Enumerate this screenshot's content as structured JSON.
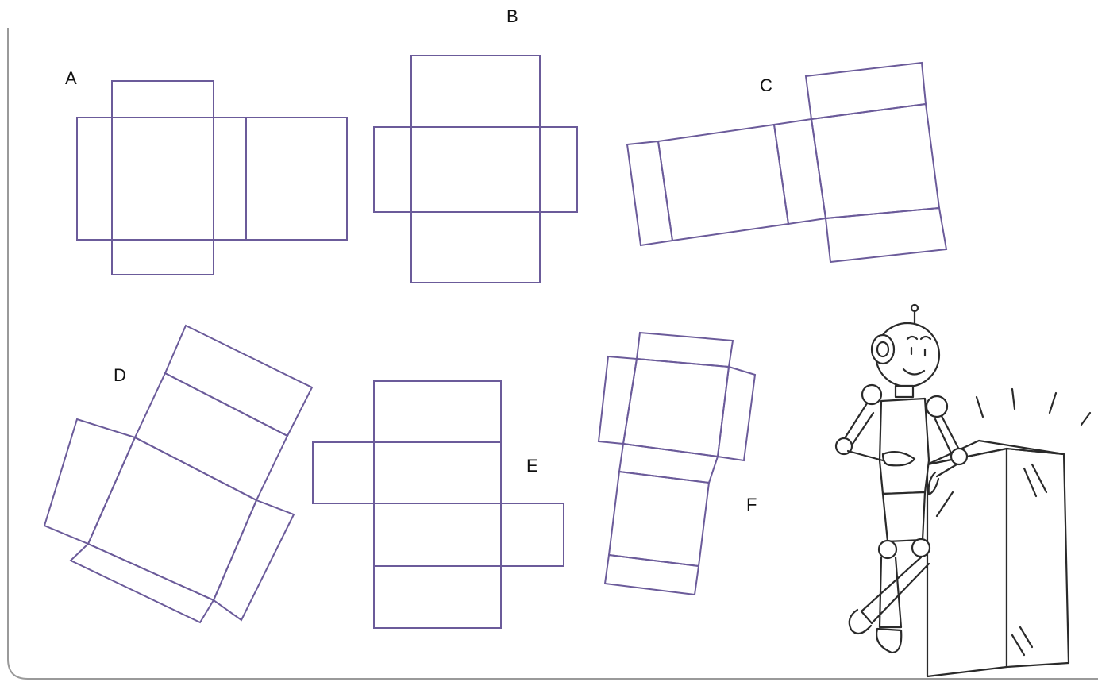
{
  "labels": {
    "a": "A",
    "b": "B",
    "c": "C",
    "d": "D",
    "e": "E",
    "f": "F"
  },
  "colors": {
    "net_stroke": "#6b5b9a",
    "frame_stroke": "#9a9a9a",
    "robot_stroke": "#2a2a2a",
    "background": "#ffffff"
  },
  "icons": {
    "mascot": "robot-leaning-on-box"
  }
}
